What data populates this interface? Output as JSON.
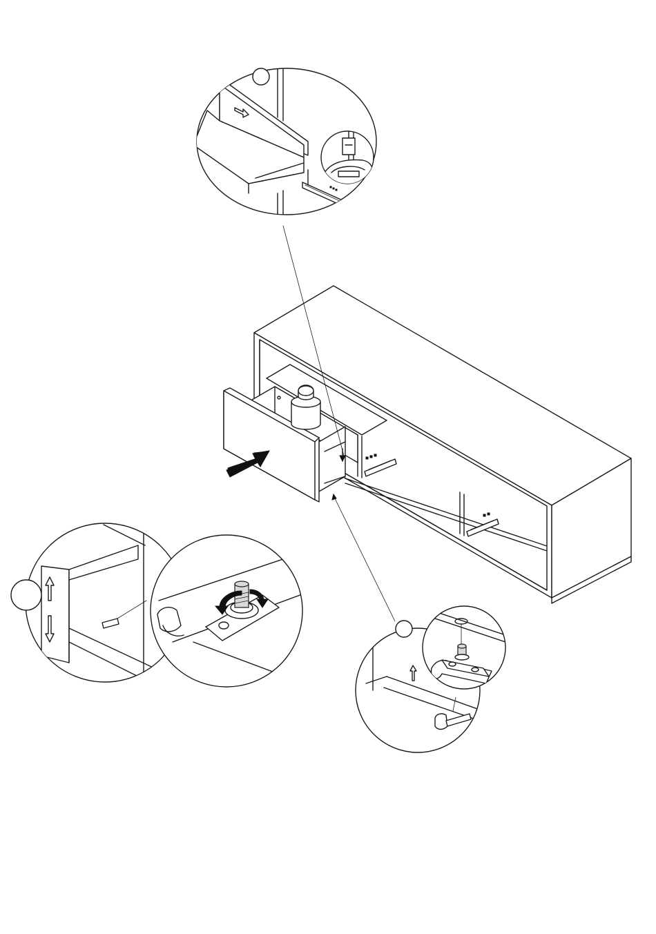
{
  "diagram": {
    "kind": "assembly-instruction",
    "detail_callouts": [
      {
        "id": "top-detail",
        "step_label": ""
      },
      {
        "id": "left-detail",
        "step_label": ""
      },
      {
        "id": "bottom-right-detail",
        "step_label": ""
      }
    ],
    "colors": {
      "line": "#1a1a1a",
      "fill": "#ffffff",
      "arrow": "#111111"
    }
  }
}
